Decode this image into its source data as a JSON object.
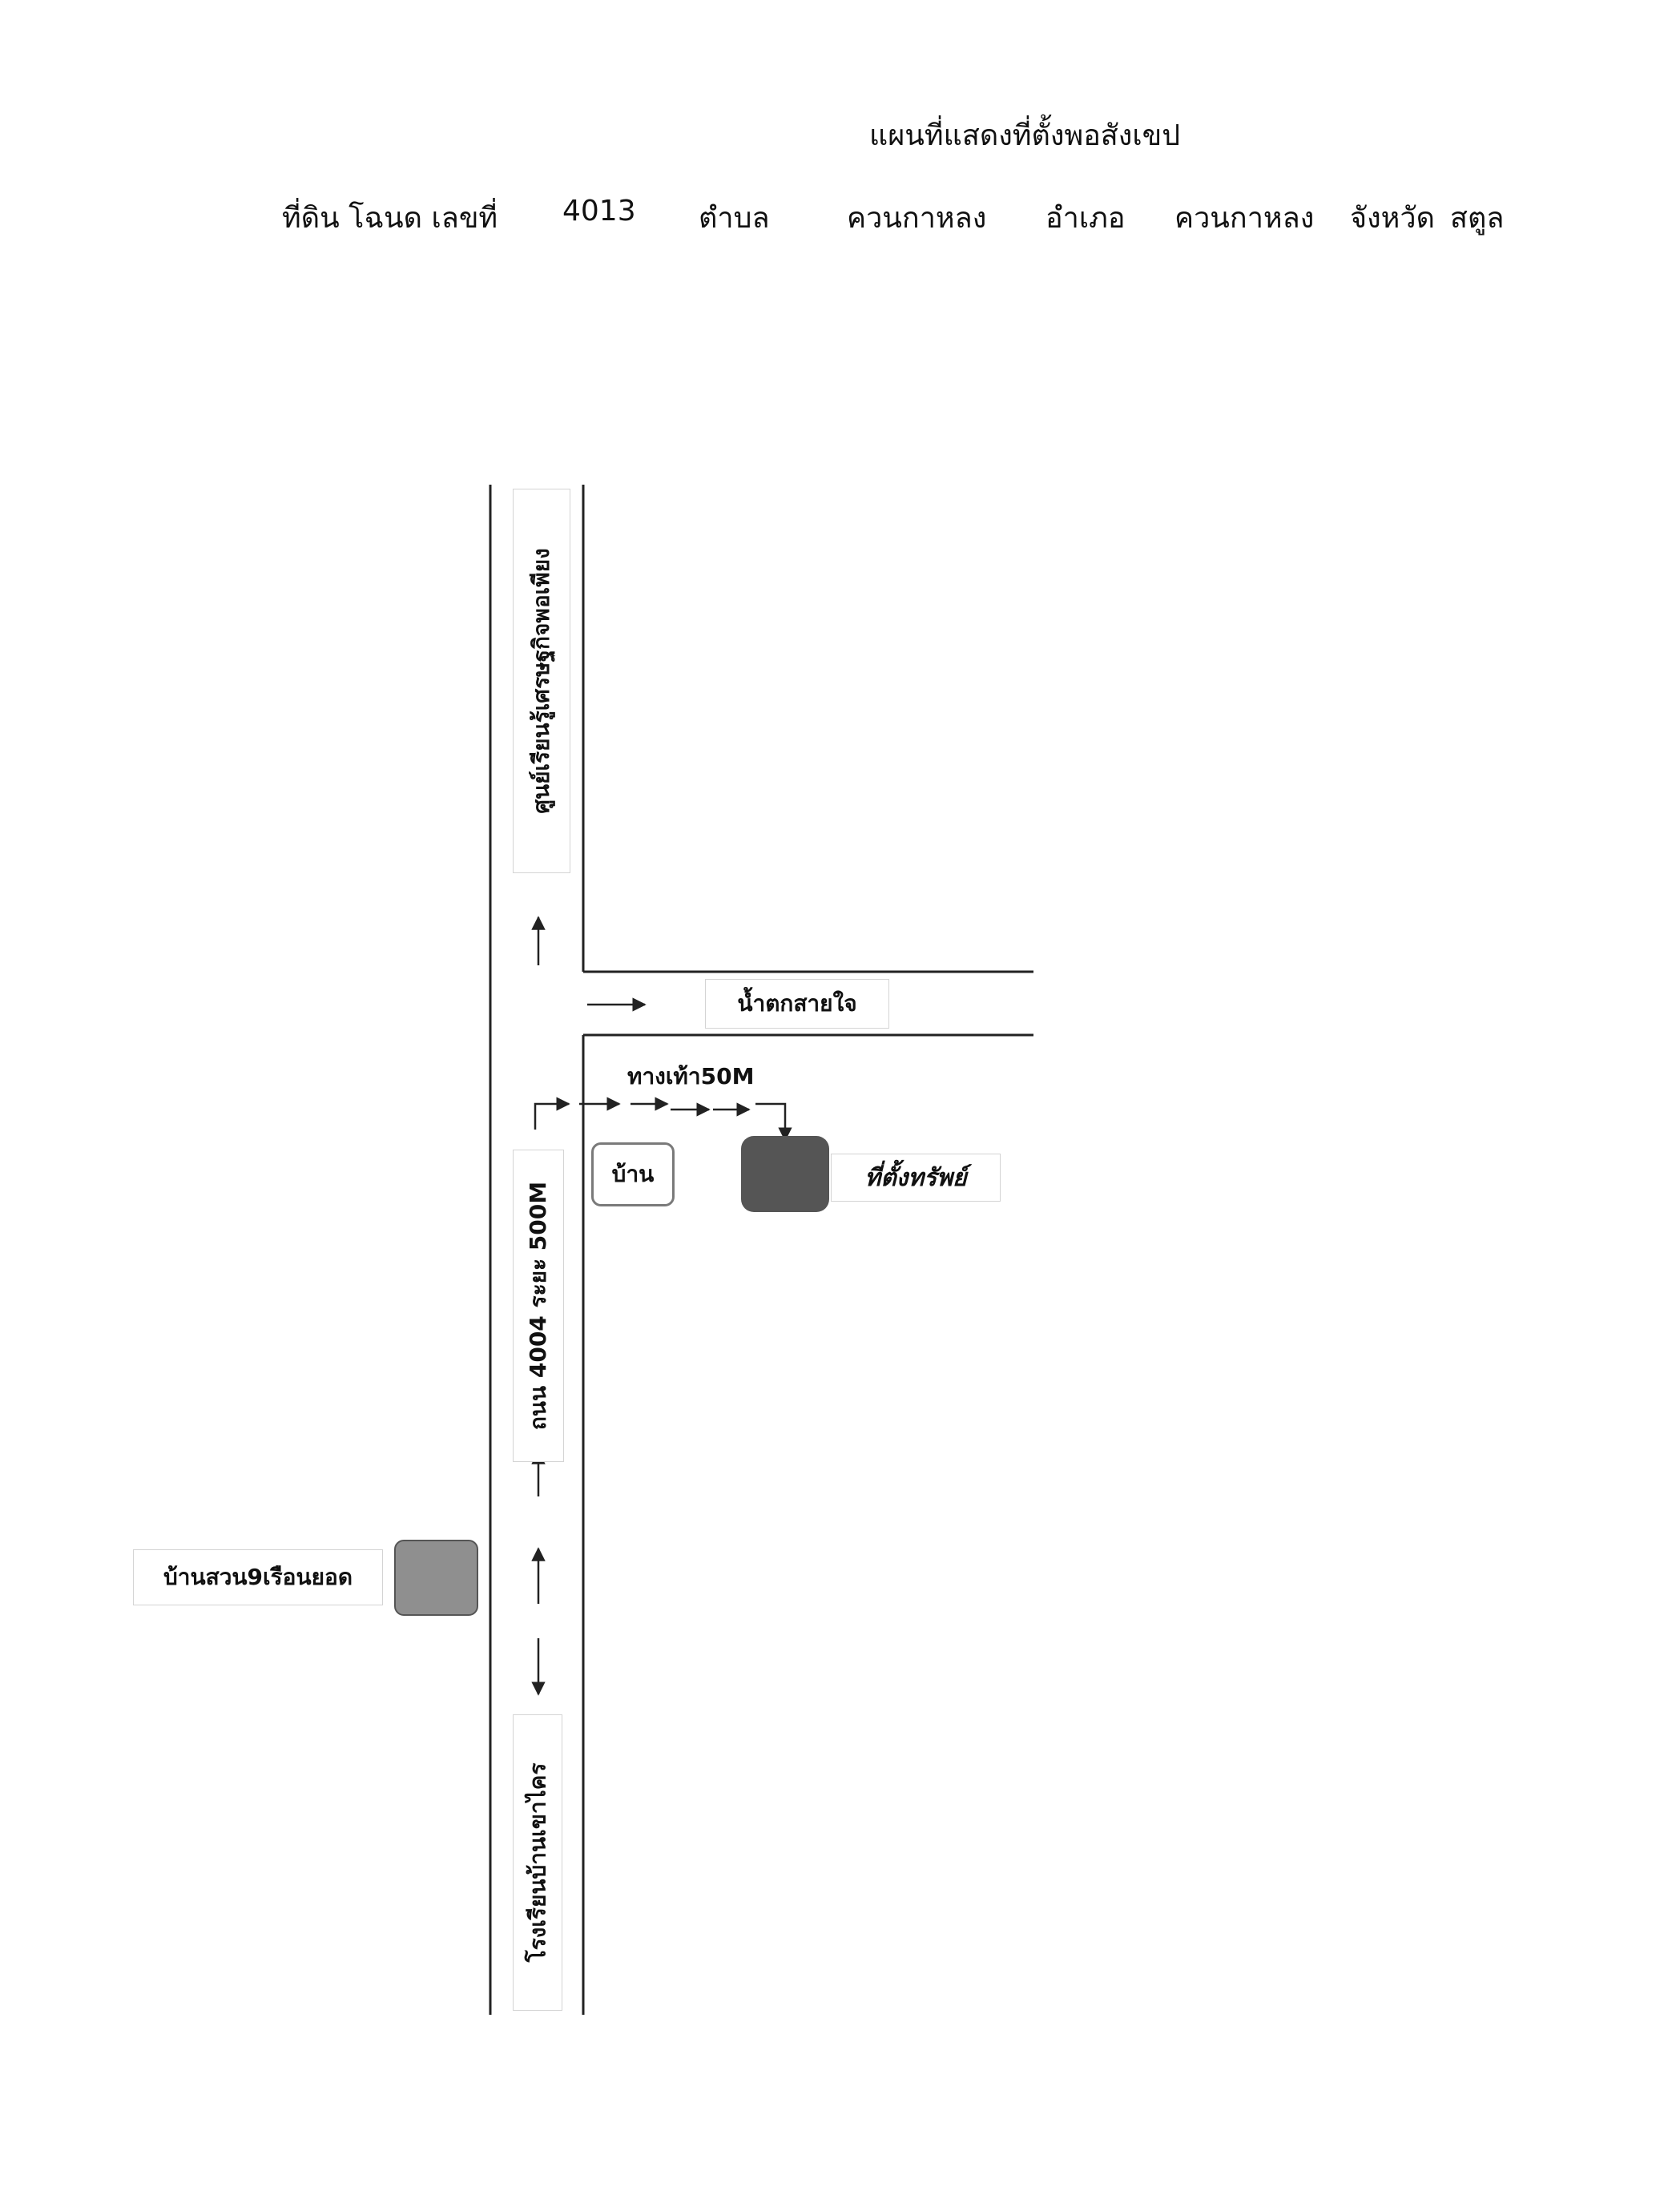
{
  "title": "แผนที่แสดงที่ตั้งพอสังเขป",
  "deed": {
    "land_label": "ที่ดิน โฉนด เลขที่",
    "deed_no": "4013",
    "subdistrict_label": "ตำบล",
    "subdistrict": "ควนกาหลง",
    "district_label": "อำเภอ",
    "district": "ควนกาหลง",
    "province_label": "จังหวัด",
    "province": "สตูล"
  },
  "map": {
    "labels": {
      "north_road": "ศูนย์เรียนรู้เศรษฐกิจพอเพียง",
      "road_4004": "ถนน 4004 ระยะ 500M",
      "south_road": "โรงเรียนบ้านเขาไคร",
      "waterfall": "น้ำตกสายใจ",
      "footpath": "ทางเท้า50M",
      "house": "บ้าน",
      "property": "ที่ตั้งทรัพย์",
      "village": "บ้านสวน9เรือนยอด"
    },
    "colors": {
      "road_line": "#222222",
      "property_fill": "#555555",
      "village_fill": "#8f8f8f",
      "house_border": "#7a7a7a"
    }
  }
}
